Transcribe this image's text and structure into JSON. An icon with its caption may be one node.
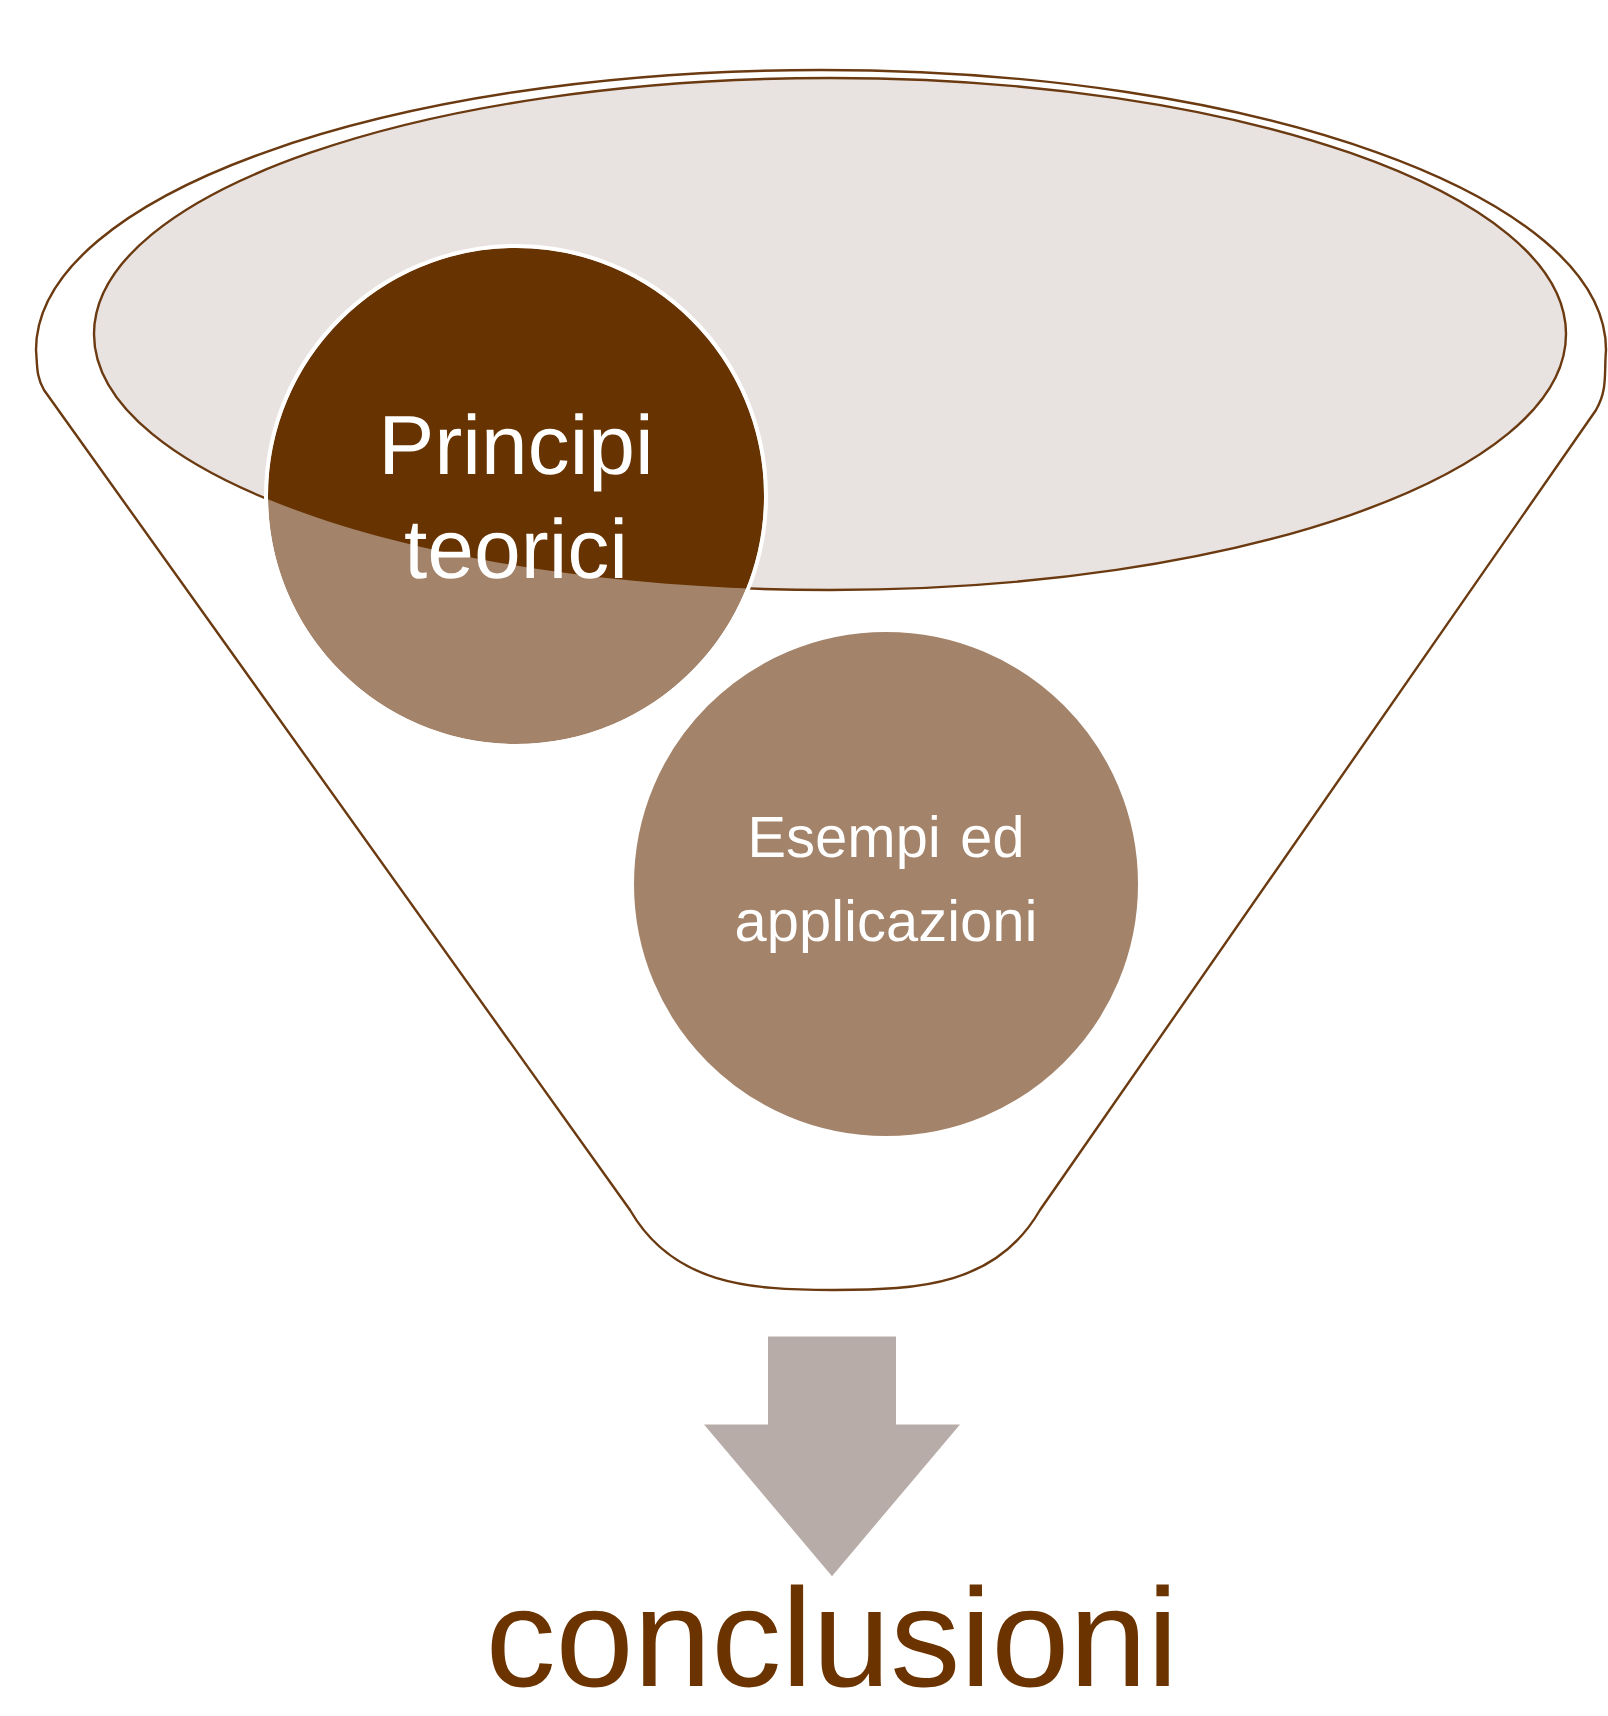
{
  "diagram": {
    "nodes": [
      {
        "text": [],
        "shape": "funnel"
      },
      {
        "text": [
          "Principi teorici"
        ],
        "in": 0
      },
      {
        "text": [
          "Esempi ed applicazioni"
        ],
        "in": 0
      },
      {
        "text": [
          "conclusioni"
        ]
      }
    ],
    "edges": [
      {
        "from": 0,
        "to": 3,
        "arrow": "to"
      }
    ]
  }
}
